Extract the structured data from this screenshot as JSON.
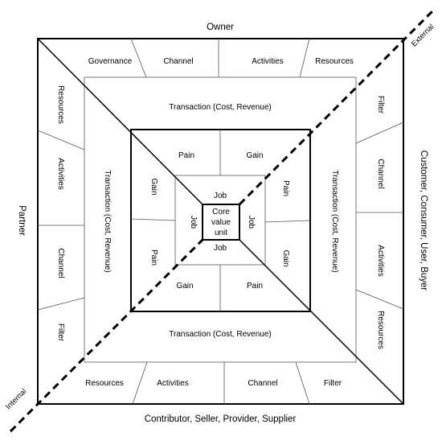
{
  "outer": {
    "top": "Owner",
    "bottom": "Contributor, Seller, Provider, Supplier",
    "left": "Partner",
    "right": "Customer, Consumer, User, Buyer"
  },
  "diagonal": {
    "external": "External",
    "internal": "Internal"
  },
  "ring1": {
    "top": [
      "Governance",
      "Channel",
      "Activities",
      "Resources"
    ],
    "bottom": [
      "Resources",
      "Activities",
      "Channel",
      "Filter"
    ],
    "left": [
      "Resources",
      "Activities",
      "Channel",
      "Filter"
    ],
    "right": [
      "Filter",
      "Channel",
      "Activities",
      "Resources"
    ]
  },
  "ring2": {
    "top": "Transaction (Cost, Revenue)",
    "bottom": "Transaction (Cost, Revenue)",
    "left": "Transaction (Cost, Revenue)",
    "right": "Transaction (Cost, Revenue)"
  },
  "ring3": {
    "top": [
      "Pain",
      "Gain"
    ],
    "bottom": [
      "Gain",
      "Pain"
    ],
    "left": [
      "Gain",
      "Pain"
    ],
    "right": [
      "Pain",
      "Gain"
    ]
  },
  "ring4": {
    "top": "Job",
    "bottom": "Job",
    "left": "Job",
    "right": "Job"
  },
  "core": [
    "Core",
    "value",
    "unit"
  ]
}
